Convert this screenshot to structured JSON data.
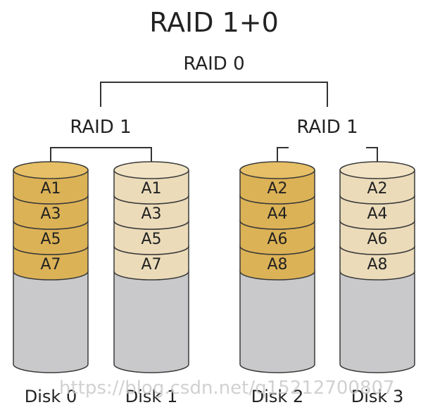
{
  "title": "RAID 1+0",
  "raid0_label": "RAID 0",
  "mirrors": [
    {
      "label": "RAID 1"
    },
    {
      "label": "RAID 1"
    }
  ],
  "disks": [
    {
      "name": "Disk 0",
      "blocks": [
        "A1",
        "A3",
        "A5",
        "A7"
      ],
      "role": "primary"
    },
    {
      "name": "Disk 1",
      "blocks": [
        "A1",
        "A3",
        "A5",
        "A7"
      ],
      "role": "mirror"
    },
    {
      "name": "Disk 2",
      "blocks": [
        "A2",
        "A4",
        "A6",
        "A8"
      ],
      "role": "primary"
    },
    {
      "name": "Disk 3",
      "blocks": [
        "A2",
        "A4",
        "A6",
        "A8"
      ],
      "role": "mirror"
    }
  ],
  "watermark": "https://blog.csdn.net/q15212700807",
  "colors": {
    "primary_fill": "#dcb256",
    "primary_top": "#e6bf66",
    "mirror_fill": "#ebdbb9",
    "mirror_top": "#f1e3c4",
    "empty_fill": "#c9c9cb",
    "outline": "#3a3a3a",
    "connector": "#333333"
  }
}
